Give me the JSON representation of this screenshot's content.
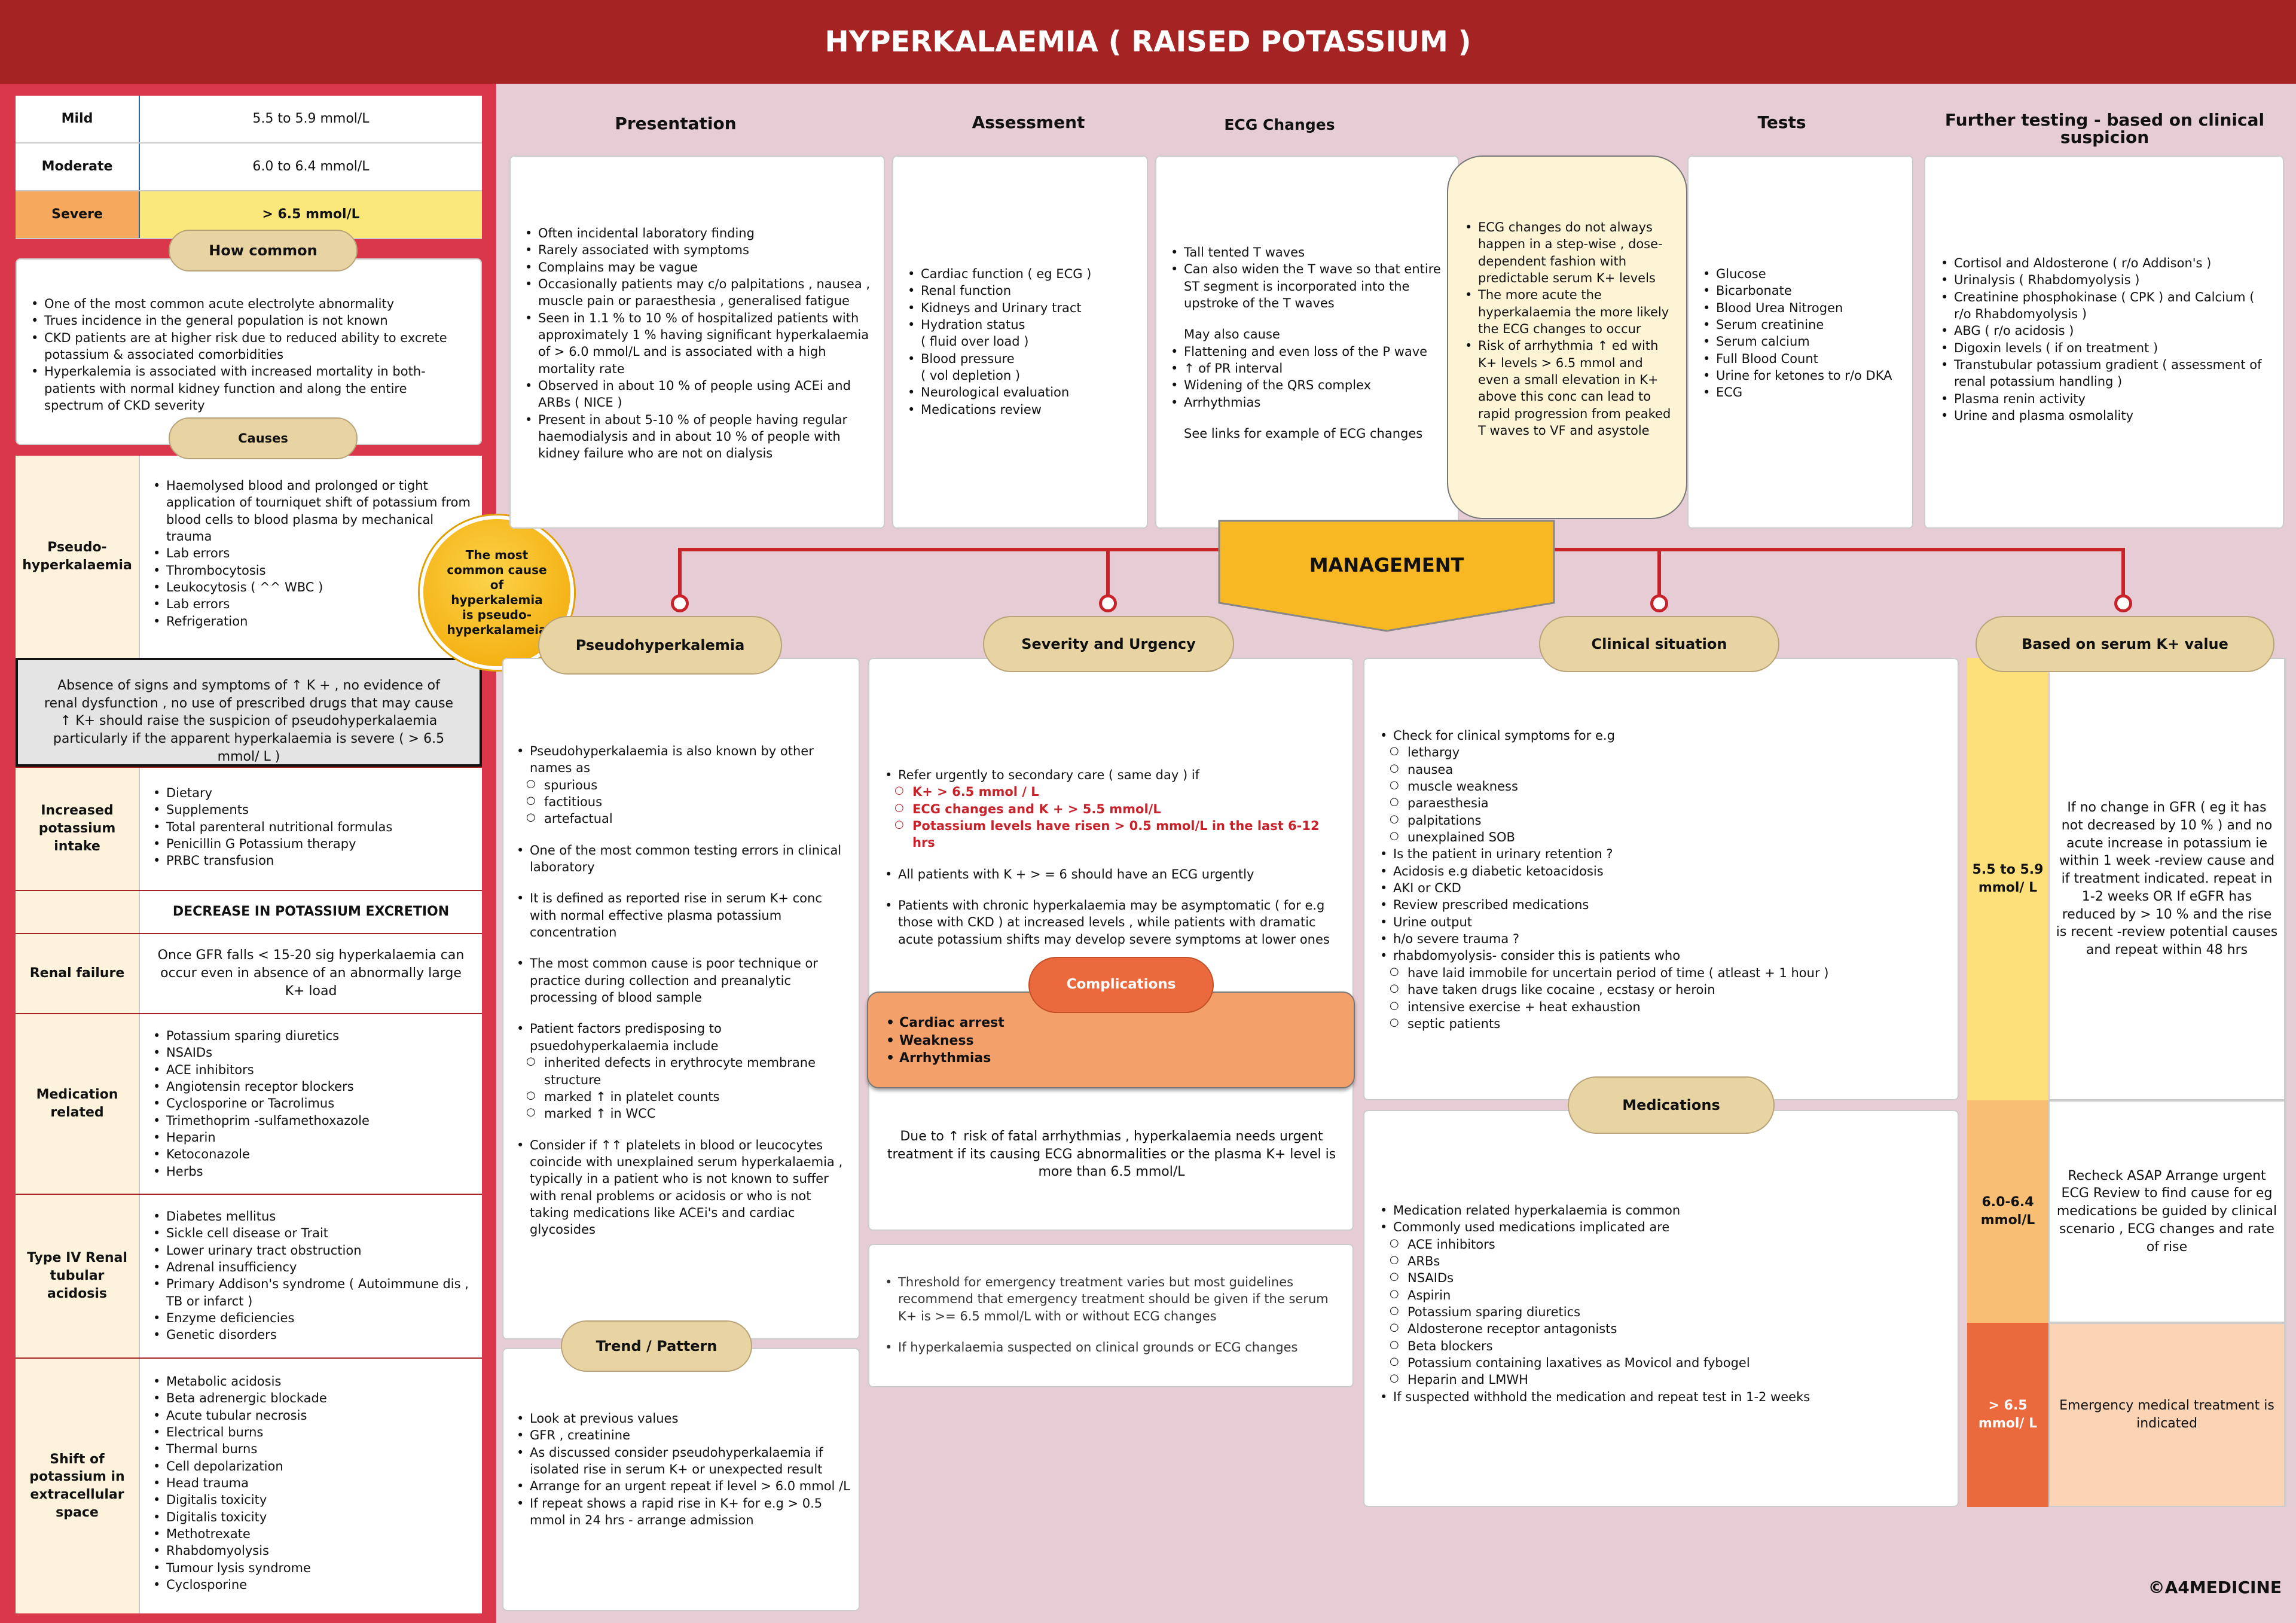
{
  "title": "HYPERKALAEMIA ( RAISED POTASSIUM )",
  "copyright": "©A4MEDICINE",
  "severity_table": [
    {
      "label": "Mild",
      "value": "5.5 to 5.9 mmol/L"
    },
    {
      "label": "Moderate",
      "value": "6.0 to 6.4 mmol/L"
    },
    {
      "label": "Severe",
      "value": "> 6.5 mmol/L"
    }
  ],
  "how_common": {
    "title": "How common",
    "items": [
      "One of the most common acute electrolyte abnormality",
      "Trues incidence in the general population is not known",
      "CKD patients are at higher risk due to reduced ability to excrete potassium & associated comorbidities",
      "Hyperkalemia is associated with increased mortality in both-patients with normal kidney function and along the entire spectrum of CKD severity"
    ]
  },
  "causes": {
    "title": "Causes",
    "pseudo": {
      "label": "Pseudo-hyperkalaemia",
      "items": [
        "Haemolysed blood and prolonged or tight application of tourniquet shift of potassium from blood cells to blood plasma by mechanical trauma",
        "Lab errors",
        "Thrombocytosis",
        "Leukocytosis ( ^^ WBC )",
        "Lab errors",
        "Refrigeration"
      ]
    },
    "badge": "The most common cause of hyperkalemia is pseudo-hyperkalameia",
    "notice": "Absence of signs and symptoms of ↑ K + , no evidence of renal dysfunction , no use of prescribed drugs that may cause ↑ K+ should raise the suspicion of pseudohyperkalaemia particularly if the apparent hyperkalaemia is severe ( > 6.5 mmol/ L )",
    "intake": {
      "label": "Increased potassium intake",
      "items": [
        "Dietary",
        "Supplements",
        "Total parenteral nutritional formulas",
        "Penicillin G Potassium therapy",
        "PRBC transfusion"
      ]
    },
    "excretion_header": "DECREASE IN POTASSIUM EXCRETION",
    "renal": {
      "label": "Renal failure",
      "text": "Once GFR falls < 15-20 sig hyperkalaemia can occur even in absence of an abnormally large K+ load"
    },
    "medication": {
      "label": "Medication related",
      "items": [
        "Potassium sparing diuretics",
        "NSAIDs",
        "ACE inhibitors",
        "Angiotensin receptor blockers",
        "Cyclosporine or Tacrolimus",
        "Trimethoprim -sulfamethoxazole",
        "Heparin",
        "Ketoconazole",
        "Herbs"
      ]
    },
    "rta": {
      "label": "Type IV Renal tubular acidosis",
      "items": [
        "Diabetes mellitus",
        "Sickle cell disease or Trait",
        "Lower urinary tract obstruction",
        "Adrenal insufficiency",
        "Primary Addison's syndrome ( Autoimmune dis , TB or infarct )",
        "Enzyme deficiencies",
        "Genetic disorders"
      ]
    },
    "shift": {
      "label": "Shift of potassium in extracellular space",
      "items": [
        "Metabolic acidosis",
        "Beta adrenergic blockade",
        "Acute tubular necrosis",
        "Electrical burns",
        "Thermal burns",
        "Cell depolarization",
        "Head trauma",
        "Digitalis toxicity",
        "Digitalis toxicity",
        "Methotrexate",
        "Rhabdomyolysis",
        "Tumour lysis syndrome",
        "Cyclosporine"
      ]
    }
  },
  "presentation": {
    "title": "Presentation",
    "items": [
      "Often incidental laboratory finding",
      "Rarely associated with symptoms",
      "Complains may be vague",
      "Occasionally patients may c/o palpitations , nausea , muscle pain or paraesthesia , generalised fatigue",
      "Seen in 1.1 % to 10 % of hospitalized patients with approximately 1 % having significant hyperkalaemia of > 6.0 mmol/L and is associated with a high mortality rate",
      "Observed in about 10 % of people using ACEi and ARBs ( NICE )",
      "Present in about 5-10 % of people having regular haemodialysis and in about 10 % of people with kidney failure who are not on dialysis"
    ]
  },
  "assessment": {
    "title": "Assessment",
    "items": [
      "Cardiac function ( eg ECG )",
      "Renal function",
      "Kidneys and Urinary tract",
      "Hydration status",
      "( fluid over load )",
      "Blood pressure",
      "( vol depletion )",
      "Neurological evaluation",
      "Medications review"
    ]
  },
  "ecg": {
    "title": "ECG Changes",
    "items": [
      "Tall tented T waves",
      "Can also widen the T wave so that entire ST segment is incorporated into the upstroke of the T waves"
    ],
    "may_also": "May also cause",
    "items2": [
      "Flattening and even loss of the P wave",
      "↑ of PR interval",
      "Widening of the QRS complex",
      "Arrhythmias"
    ],
    "links": "See links for example of ECG changes"
  },
  "ecg_note": {
    "items": [
      "ECG changes do not always happen in a step-wise , dose-dependent fashion with predictable serum K+ levels",
      "The more acute the hyperkalaemia the more likely the ECG changes to occur",
      "Risk of arrhythmia ↑ ed with K+ levels > 6.5 mmol and even a small elevation in K+ above this conc can lead to rapid progression from peaked T waves to VF and asystole"
    ]
  },
  "tests": {
    "title": "Tests",
    "items": [
      "Glucose",
      "Bicarbonate",
      "Blood Urea Nitrogen",
      "Serum creatinine",
      "Serum calcium",
      "Full Blood Count",
      "Urine  for ketones to r/o DKA",
      "ECG"
    ]
  },
  "further": {
    "title": "Further testing - based on clinical suspicion",
    "items": [
      "Cortisol and Aldosterone ( r/o Addison's )",
      "Urinalysis ( Rhabdomyolysis )",
      "Creatinine phosphokinase ( CPK ) and Calcium ( r/o Rhabdomyolysis )",
      "ABG ( r/o acidosis )",
      "Digoxin levels ( if on treatment )",
      "Transtubular potassium gradient ( assessment of renal potassium handling )",
      "Plasma renin activity",
      "Urine and plasma osmolality"
    ]
  },
  "management": {
    "title": "MANAGEMENT"
  },
  "pseudo_mgmt": {
    "title": "Pseudohyperkalemia",
    "intro": "Pseudohyperkalaemia is also known by other names as",
    "names": [
      "spurious",
      "factitious",
      "artefactual"
    ],
    "items": [
      "One of the most common testing errors in clinical laboratory",
      "It is defined as reported rise in serum K+ conc with normal effective plasma potassium concentration",
      "The most common cause is poor technique or practice during collection and preanalytic processing of blood sample",
      "Patient factors predisposing to psuedohyperkalaemia include"
    ],
    "factors": [
      "inherited defects in erythrocyte membrane structure",
      "marked ↑ in platelet counts",
      "marked ↑ in WCC"
    ],
    "last": "Consider if ↑↑ platelets in blood or leucocytes coincide with unexplained serum hyperkalaemia , typically in a patient who is not known to suffer with renal problems or acidosis or who is  not taking medications like ACEi's and cardiac glycosides"
  },
  "trend": {
    "title": "Trend / Pattern",
    "items": [
      "Look at previous values",
      "GFR , creatinine",
      "As discussed consider pseudohyperkalaemia if isolated rise in serum K+ or unexpected result",
      "Arrange for an urgent repeat if level > 6.0 mmol /L",
      "If repeat shows a rapid rise in K+ for e.g > 0.5 mmol in 24 hrs - arrange admission"
    ]
  },
  "severity": {
    "title": "Severity and Urgency",
    "refer": "Refer urgently to secondary care ( same day ) if",
    "criteria": [
      "K+ > 6.5 mmol / L",
      "ECG changes and K + > 5.5 mmol/L",
      "Potassium levels have risen > 0.5 mmol/L in the last 6-12 hrs"
    ],
    "items": [
      "All patients with K + > = 6 should have an ECG urgently",
      "Patients with chronic hyperkalaemia may be asymptomatic ( for e.g those with CKD ) at increased levels , while patients with dramatic acute potassium shifts may develop severe symptoms at lower ones"
    ],
    "complications_title": "Complications",
    "complications": [
      "Cardiac arrest",
      "Weakness",
      "Arrhythmias"
    ],
    "footer": "Due to ↑ risk of fatal arrhythmias , hyperkalaemia needs urgent treatment if its causing ECG abnormalities or the plasma K+ level is more than 6.5 mmol/L"
  },
  "threshold": {
    "items": [
      "Threshold for emergency treatment varies but most guidelines recommend that emergency treatment should be given if the serum K+ is >= 6.5 mmol/L with or without ECG changes",
      "If hyperkalaemia suspected on clinical grounds or ECG changes"
    ]
  },
  "clinical": {
    "title": "Clinical situation",
    "check": "Check for clinical symptoms for e.g",
    "symptoms": [
      "lethargy",
      "nausea",
      "muscle weakness",
      "paraesthesia",
      "palpitations",
      "unexplained SOB"
    ],
    "items": [
      "Is the patient in urinary retention ?",
      "Acidosis e.g diabetic ketoacidosis",
      "AKI or CKD",
      "Review prescribed medications",
      "Urine output",
      "h/o severe trauma ?",
      "rhabdomyolysis- consider this is patients who"
    ],
    "rhabdo": [
      "have laid immobile for uncertain period of time ( atleast + 1 hour )",
      "have taken drugs like cocaine , ecstasy or heroin",
      "intensive exercise + heat exhaustion",
      "septic patients"
    ]
  },
  "medications": {
    "title": "Medications",
    "items": [
      "Medication related hyperkalaemia is common",
      "Commonly used medications implicated are"
    ],
    "meds": [
      "ACE inhibitors",
      "ARBs",
      "NSAIDs",
      "Aspirin",
      "Potassium sparing diuretics",
      "Aldosterone receptor antagonists",
      "Beta blockers",
      "Potassium containing laxatives as Movicol and fybogel",
      "Heparin and LMWH"
    ],
    "last": "If suspected withhold the medication and repeat test in 1-2 weeks"
  },
  "serum": {
    "title": "Based on serum K+ value",
    "rows": [
      {
        "label": "5.5 to 5.9 mmol/ L",
        "text": "If no change in GFR ( eg it has not decreased by 10 % ) and no acute increase in potassium ie within 1 week -review cause and if treatment indicated. repeat in 1-2 weeks OR If eGFR has reduced by > 10 % and the rise is recent -review potential causes and repeat within 48 hrs"
      },
      {
        "label": "6.0-6.4 mmol/L",
        "text": "Recheck ASAP Arrange urgent ECG Review to find cause for eg medications be guided by clinical scenario , ECG changes and rate of rise"
      },
      {
        "label": "> 6.5 mmol/ L",
        "text": "Emergency medical treatment is indicated"
      }
    ]
  }
}
